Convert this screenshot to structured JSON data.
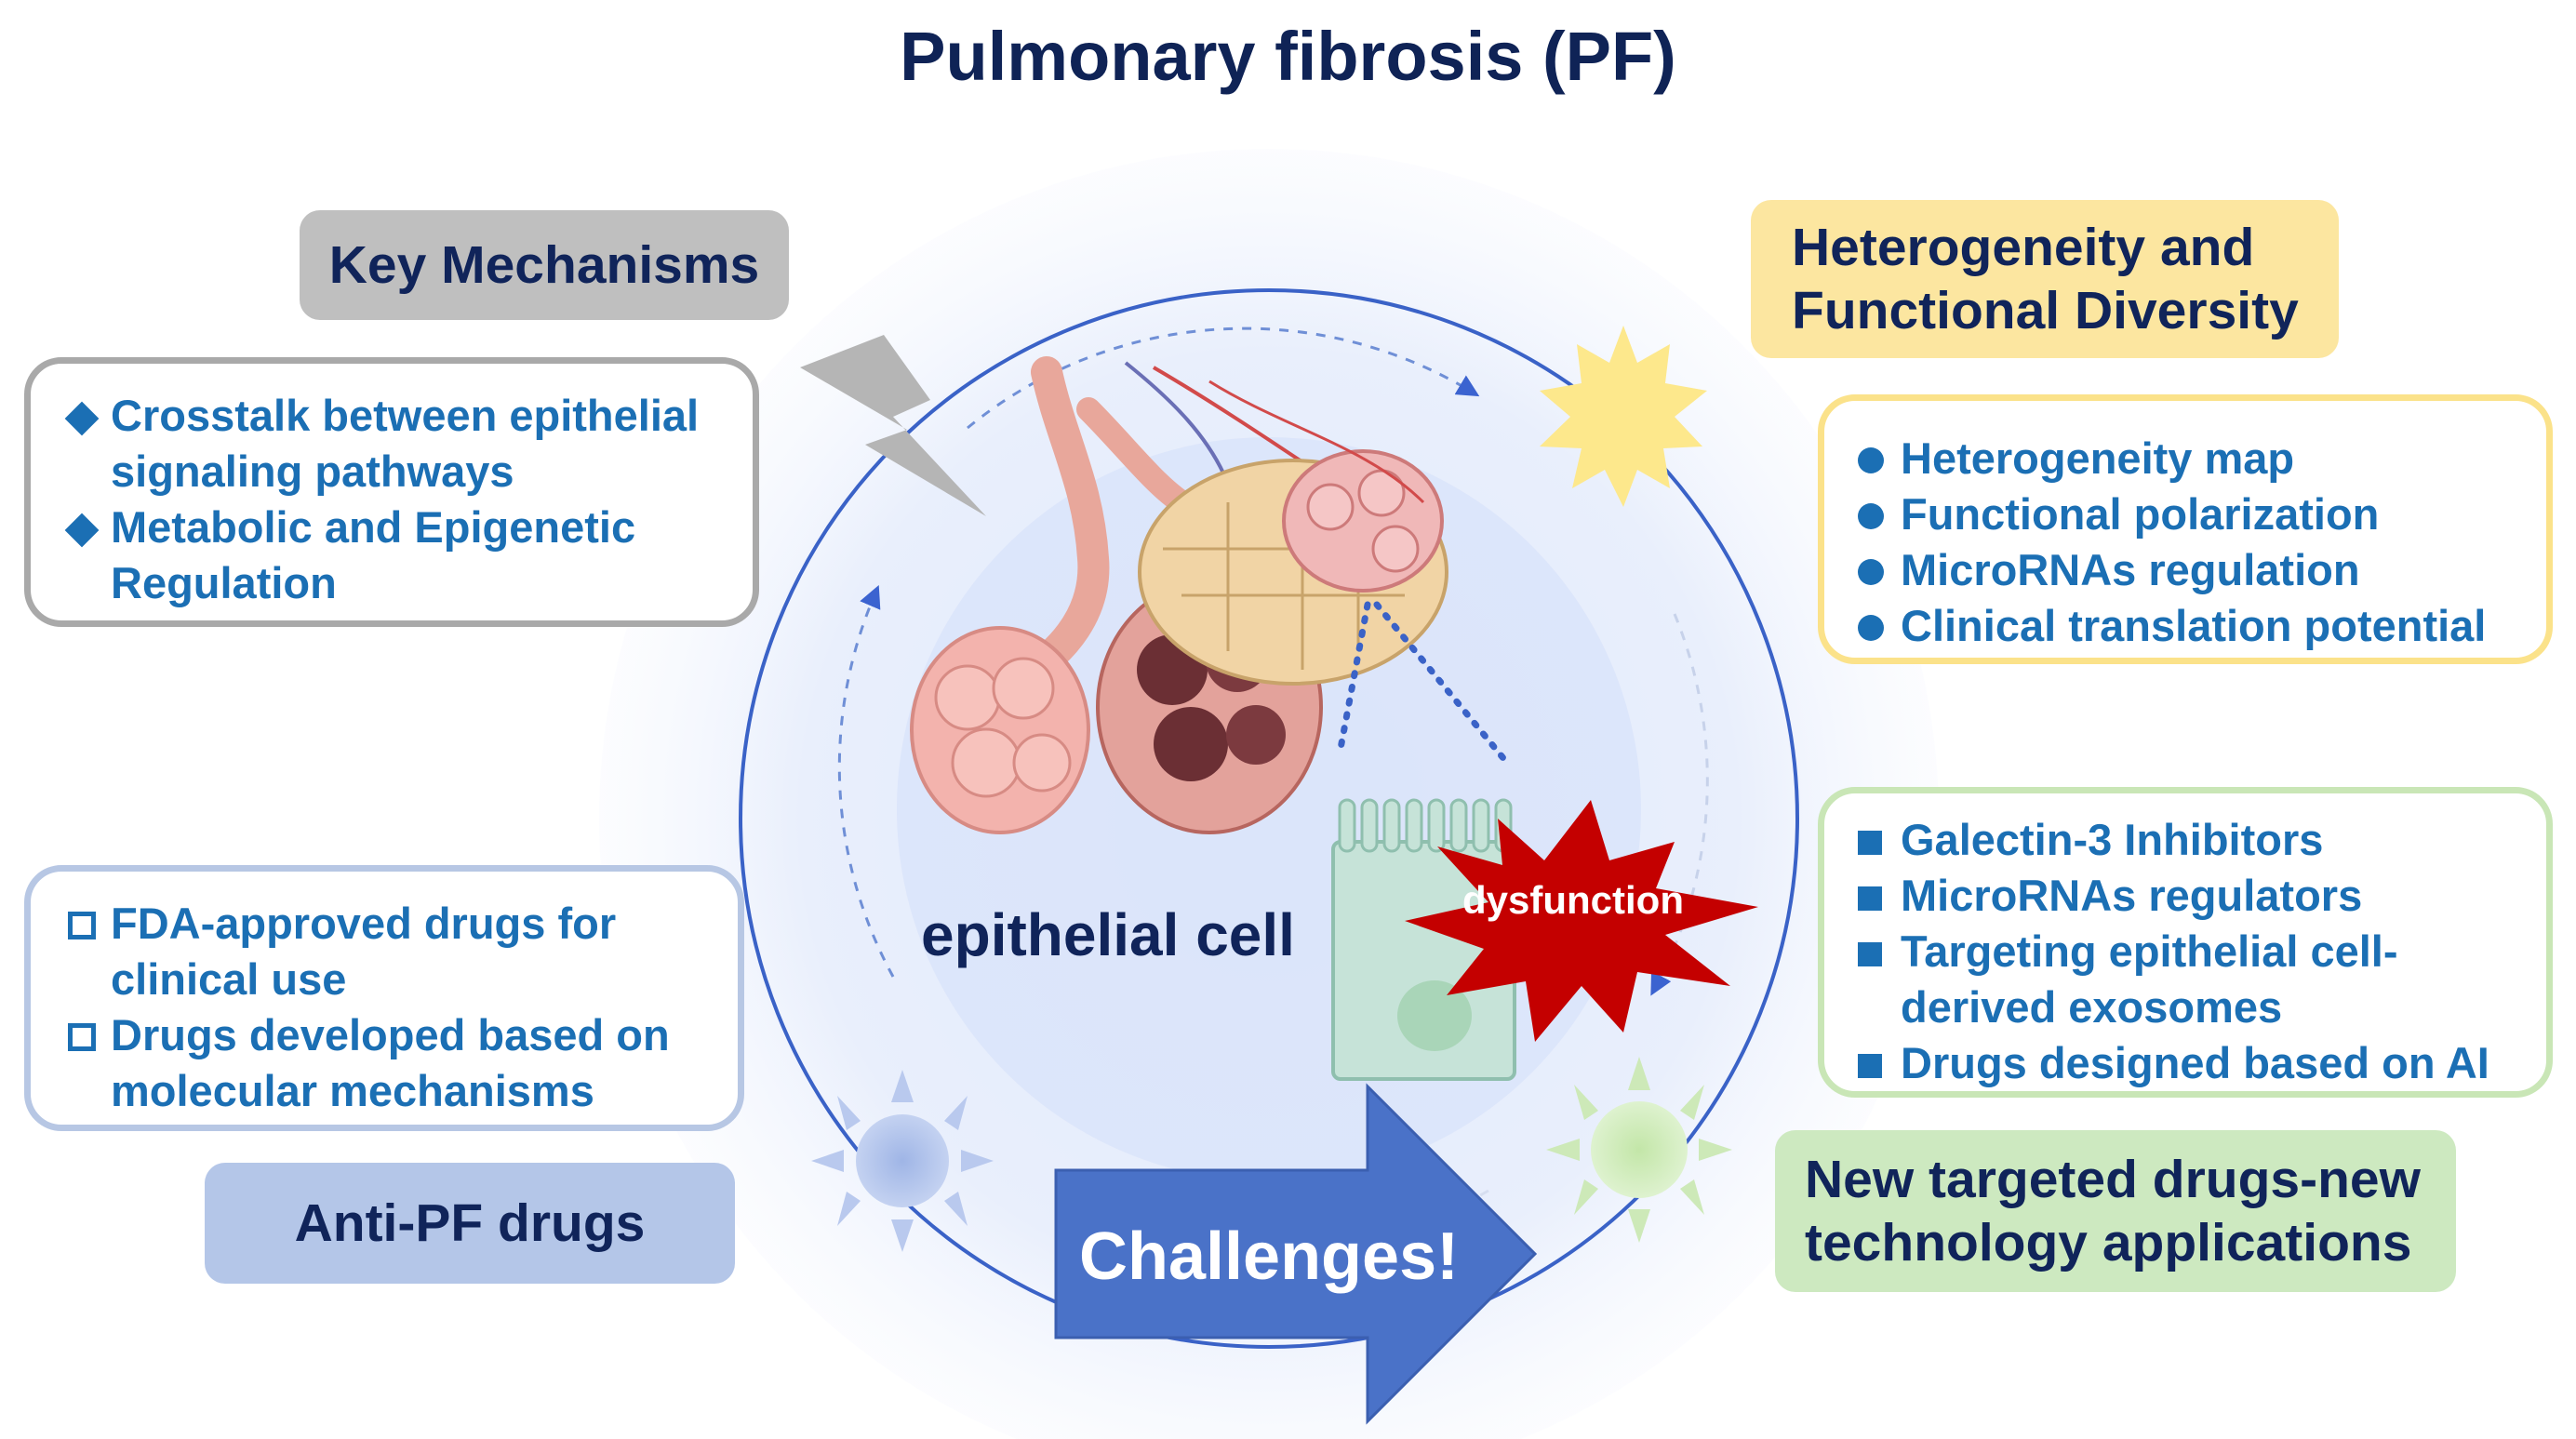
{
  "title": "Pulmonary fibrosis (PF)",
  "center": {
    "cell_label": "epithelial cell",
    "dysfunction_label": "dysfunction",
    "challenge_label": "Challenges!"
  },
  "key_mechanisms": {
    "heading": "Key Mechanisms",
    "items": [
      {
        "line1": "Crosstalk between epithelial",
        "line2": "signaling pathways"
      },
      {
        "line1": "Metabolic and Epigenetic",
        "line2": "Regulation"
      }
    ]
  },
  "heterogeneity": {
    "heading_line1": "Heterogeneity and",
    "heading_line2": "Functional Diversity",
    "items": [
      "Heterogeneity map",
      "Functional polarization",
      "MicroRNAs regulation",
      "Clinical translation potential"
    ]
  },
  "anti_pf": {
    "heading": "Anti-PF drugs",
    "items": [
      {
        "line1": "FDA-approved drugs for",
        "line2": "clinical use"
      },
      {
        "line1": "Drugs developed based on",
        "line2": "molecular mechanisms"
      }
    ]
  },
  "new_drugs": {
    "heading_line1": "New targeted drugs-new",
    "heading_line2": "technology applications",
    "items": [
      {
        "line1": "Galectin-3 Inhibitors",
        "line2": ""
      },
      {
        "line1": "MicroRNAs regulators",
        "line2": ""
      },
      {
        "line1": "Targeting epithelial cell-",
        "line2": "derived exosomes"
      },
      {
        "line1": "Drugs designed based on AI",
        "line2": ""
      }
    ]
  },
  "colors": {
    "title": "#0f2356",
    "bullet_text": "#1b6fb4",
    "key_box": "#bfbfbf",
    "heterogeneity_box": "#fce6a0",
    "anti_box": "#b4c6e8",
    "new_box": "#cde9c0",
    "arrow": "#4a72c8",
    "dysfunction_burst": "#c40000"
  }
}
